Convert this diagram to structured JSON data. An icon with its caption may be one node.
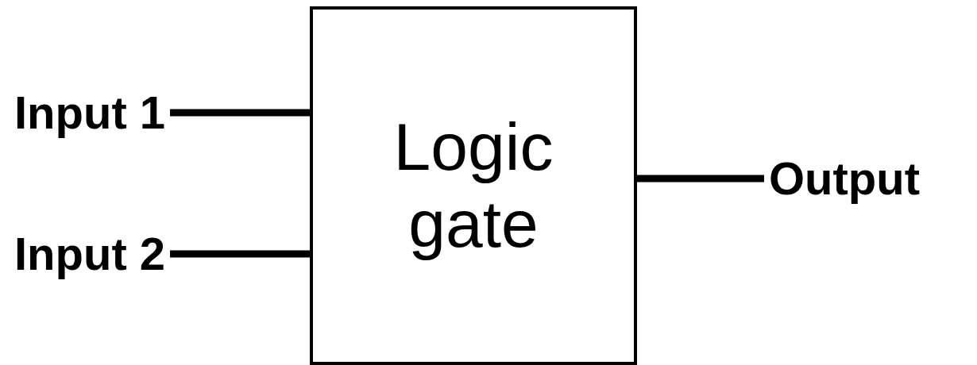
{
  "diagram": {
    "nodes": [
      {
        "text": [
          "Input 1"
        ]
      },
      {
        "text": [
          "Input 2"
        ]
      },
      {
        "text": [
          "Logic gate"
        ]
      },
      {
        "text": [
          "Output"
        ]
      }
    ],
    "edges": [
      {
        "from": 0,
        "to": 2,
        "arrow": "none"
      },
      {
        "from": 1,
        "to": 2,
        "arrow": "none"
      },
      {
        "from": 2,
        "to": 3,
        "arrow": "none"
      }
    ]
  }
}
